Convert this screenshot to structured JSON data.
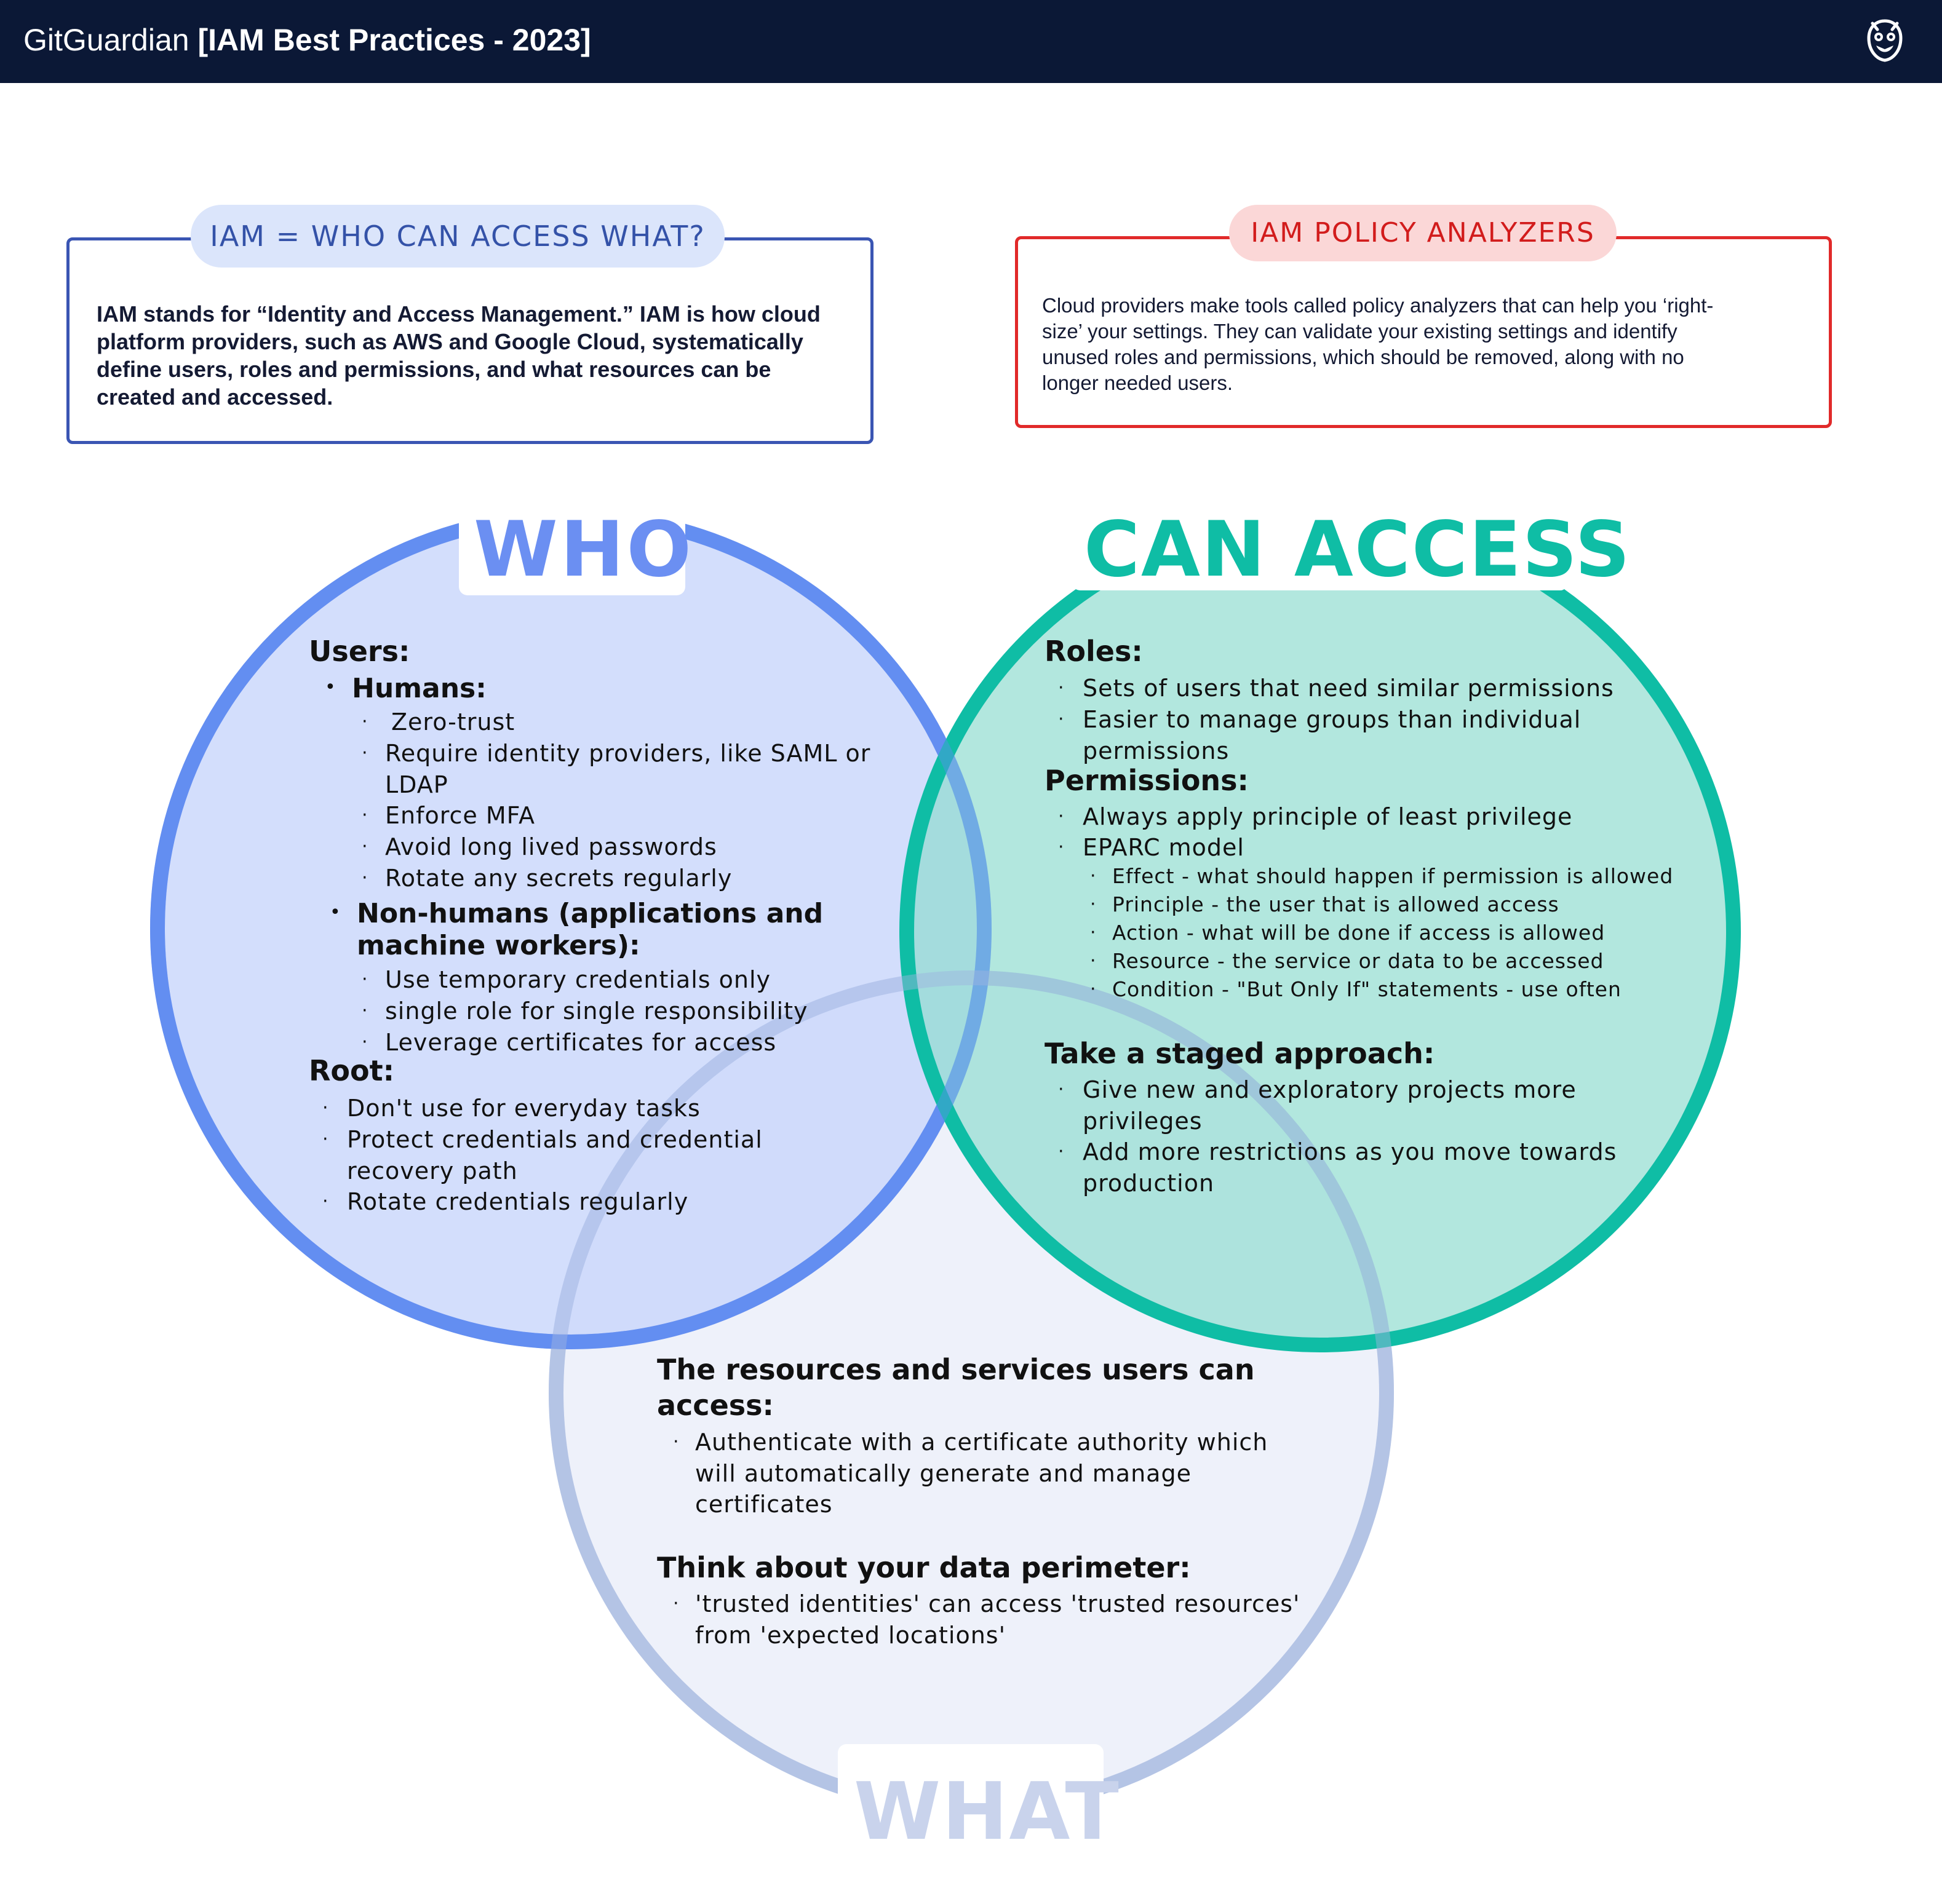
{
  "header": {
    "brand": "GitGuardian",
    "title": "[IAM Best Practices - 2023]"
  },
  "intro_box": {
    "pill": "IAM = WHO CAN ACCESS WHAT?",
    "lines": [
      "IAM stands for “Identity and Access Management.” IAM is how cloud",
      "platform providers, such as AWS and Google Cloud, systematically",
      "define users, roles and permissions, and what resources can be",
      "created and accessed."
    ]
  },
  "analyzer_box": {
    "pill": "IAM POLICY ANALYZERS",
    "lines": [
      "Cloud providers make tools called policy analyzers that can help you ‘right-",
      "size’ your settings.  They can validate your existing settings and identify",
      "unused roles and permissions, which should be removed, along with no",
      "longer needed users."
    ]
  },
  "who": {
    "title": "WHO",
    "users_heading": "Users:",
    "humans_heading": "Humans:",
    "humans": [
      "Zero-trust",
      "Require identity providers, like SAML or",
      "LDAP",
      "Enforce MFA",
      "Avoid long lived passwords",
      "Rotate any secrets regularly"
    ],
    "nonhumans_heading_1": "Non-humans (applications and",
    "nonhumans_heading_2": "machine workers):",
    "nonhumans": [
      "Use temporary credentials only",
      "single role for single responsibility",
      "Leverage certificates for access"
    ],
    "root_heading": "Root:",
    "root": [
      "Don't use for everyday tasks",
      "Protect credentials and credential",
      "recovery path",
      "Rotate credentials regularly"
    ]
  },
  "can_access": {
    "title": "CAN ACCESS",
    "roles_heading": "Roles:",
    "roles": [
      "Sets of users that need similar permissions",
      "Easier to manage groups than individual",
      "permissions"
    ],
    "permissions_heading": "Permissions:",
    "permissions": [
      "Always apply principle of least privilege",
      "EPARC model"
    ],
    "eparc": [
      "Effect - what should happen if permission is allowed",
      "Principle - the user that is allowed access",
      "Action - what will be done if access is allowed",
      "Resource - the service or data to be accessed",
      "Condition - \"But Only If\" statements - use often"
    ],
    "staged_heading": "Take a staged approach:",
    "staged": [
      "Give new and exploratory projects more",
      "privileges",
      "Add more restrictions as you move towards",
      "production"
    ]
  },
  "what": {
    "title": "WHAT",
    "resources_heading_1": "The resources and services users can",
    "resources_heading_2": "access:",
    "resources": [
      "Authenticate with a certificate authority which",
      "will automatically generate and manage",
      "certificates"
    ],
    "perimeter_heading": "Think about your data perimeter:",
    "perimeter": [
      "'trusted identities' can access 'trusted resources'",
      "from 'expected locations'"
    ]
  },
  "colors": {
    "header_bg": "#0b1836",
    "who_stroke": "#6b8ff2",
    "who_fill": "#d3defb",
    "can_stroke": "#0fbda5",
    "can_fill": "#b2e9e1",
    "what_stroke": "#c5d1ea",
    "what_fill": "#eef1fa",
    "intro_border": "#3a55b3",
    "analyzer_border": "#e12a2a"
  },
  "icons": {
    "logo": "owl-logo-icon"
  }
}
